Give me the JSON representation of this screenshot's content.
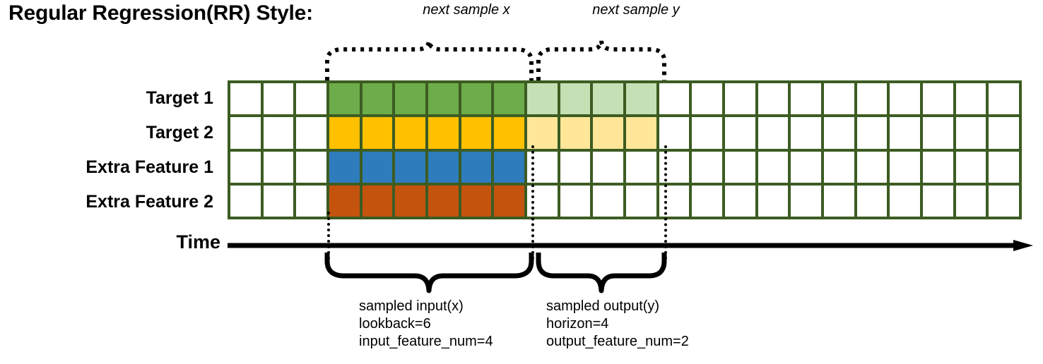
{
  "title": "Regular Regression(RR) Style:",
  "top_annotations": {
    "next_x": "next sample x",
    "next_y": "next sample y"
  },
  "rows": [
    {
      "label": "Target 1",
      "fill_dark": "#6DAC4A",
      "fill_light": "#C5E0B4",
      "has_output": true
    },
    {
      "label": "Target 2",
      "fill_dark": "#FFC000",
      "fill_light": "#FFE699",
      "has_output": true
    },
    {
      "label": "Extra Feature 1",
      "fill_dark": "#2E7CBC",
      "fill_light": "#FFFFFF",
      "has_output": false
    },
    {
      "label": "Extra Feature 2",
      "fill_dark": "#C4530E",
      "fill_light": "#FFFFFF",
      "has_output": false
    }
  ],
  "grid": {
    "total_columns": 24,
    "total_rows": 4,
    "blank_leading_columns": 3,
    "input_start_col": 3,
    "input_span": 6,
    "output_start_col": 9,
    "output_span": 4,
    "blank_trailing_columns": 11,
    "border_color": "#3C5C22",
    "empty_cell_color": "#FFFFFF"
  },
  "time_axis": {
    "label": "Time",
    "arrow_color": "#000000"
  },
  "captions": {
    "input": {
      "line1": "sampled input(x)",
      "line2": "lookback=6",
      "line3": "input_feature_num=4"
    },
    "output": {
      "line1": "sampled output(y)",
      "line2": "horizon=4",
      "line3": "output_feature_num=2"
    }
  }
}
